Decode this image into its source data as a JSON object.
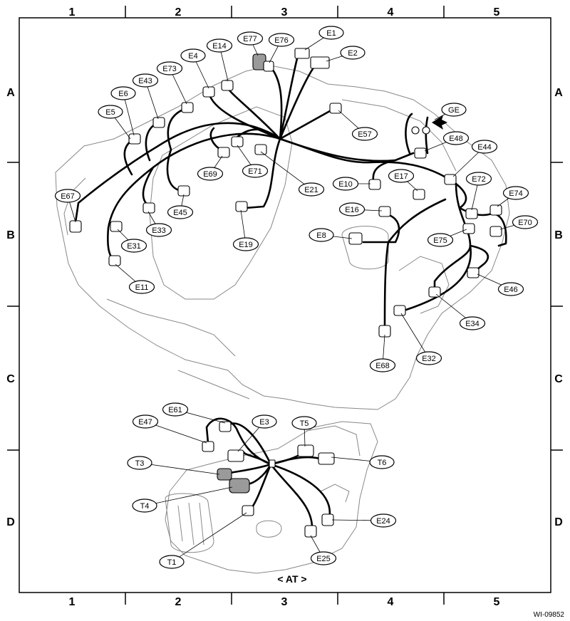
{
  "grid": {
    "columns": [
      "1",
      "2",
      "3",
      "4",
      "5"
    ],
    "rows": [
      "A",
      "B",
      "C",
      "D"
    ]
  },
  "caption": "< AT >",
  "code": "WI-09852",
  "connectors": {
    "E1": "E1",
    "E2": "E2",
    "E3": "E3",
    "E4": "E4",
    "E5": "E5",
    "E6": "E6",
    "E8": "E8",
    "E10": "E10",
    "E11": "E11",
    "E14": "E14",
    "E16": "E16",
    "E17": "E17",
    "E19": "E19",
    "E21": "E21",
    "E24": "E24",
    "E25": "E25",
    "E31": "E31",
    "E32": "E32",
    "E33": "E33",
    "E34": "E34",
    "E43": "E43",
    "E44": "E44",
    "E45": "E45",
    "E46": "E46",
    "E47": "E47",
    "E48": "E48",
    "E57": "E57",
    "E61": "E61",
    "E67": "E67",
    "E68": "E68",
    "E69": "E69",
    "E70": "E70",
    "E71": "E71",
    "E72": "E72",
    "E73": "E73",
    "E74": "E74",
    "E75": "E75",
    "E76": "E76",
    "E77": "E77",
    "GE": "GE",
    "T1": "T1",
    "T3": "T3",
    "T4": "T4",
    "T5": "T5",
    "T6": "T6"
  }
}
